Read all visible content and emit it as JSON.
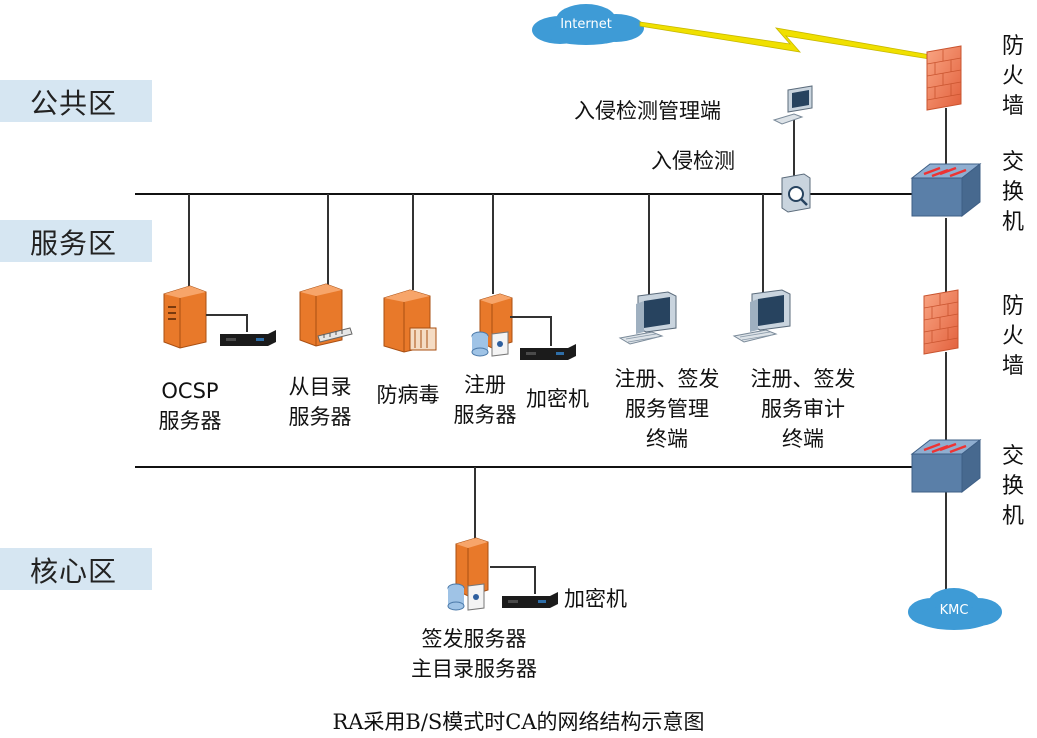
{
  "zones": {
    "public": "公共区",
    "service": "服务区",
    "core": "核心区"
  },
  "clouds": {
    "internet": "Internet",
    "kmc": "KMC"
  },
  "top_stack": {
    "firewall": [
      "防",
      "火",
      "墙"
    ],
    "switch": [
      "交",
      "换",
      "机"
    ]
  },
  "mid_stack": {
    "firewall": [
      "防",
      "火",
      "墙"
    ],
    "switch": [
      "交",
      "换",
      "机"
    ]
  },
  "ids": {
    "mgmt_label": "入侵检测管理端",
    "ids_label": "入侵检测"
  },
  "service_zone": {
    "ocsp": [
      "OCSP",
      "服务器"
    ],
    "directory": [
      "从目录",
      "服务器"
    ],
    "antivirus": "防病毒",
    "registration": [
      "注册",
      "服务器"
    ],
    "encryptor": "加密机",
    "mgmt_terminal": [
      "注册、签发",
      "服务管理",
      "终端"
    ],
    "audit_terminal": [
      "注册、签发",
      "服务审计",
      "终端"
    ]
  },
  "core_zone": {
    "encryptor": "加密机",
    "signing": [
      "签发服务器",
      "主目录服务器"
    ]
  },
  "caption": "RA采用B/S模式时CA的网络结构示意图",
  "colors": {
    "zone_bg": "#d6e6f2",
    "cloud": "#3e9bd6",
    "lightning": "#f0e000",
    "server_orange": "#e8792a",
    "firewall": "#f08060",
    "switch": "#5a7fa8"
  }
}
